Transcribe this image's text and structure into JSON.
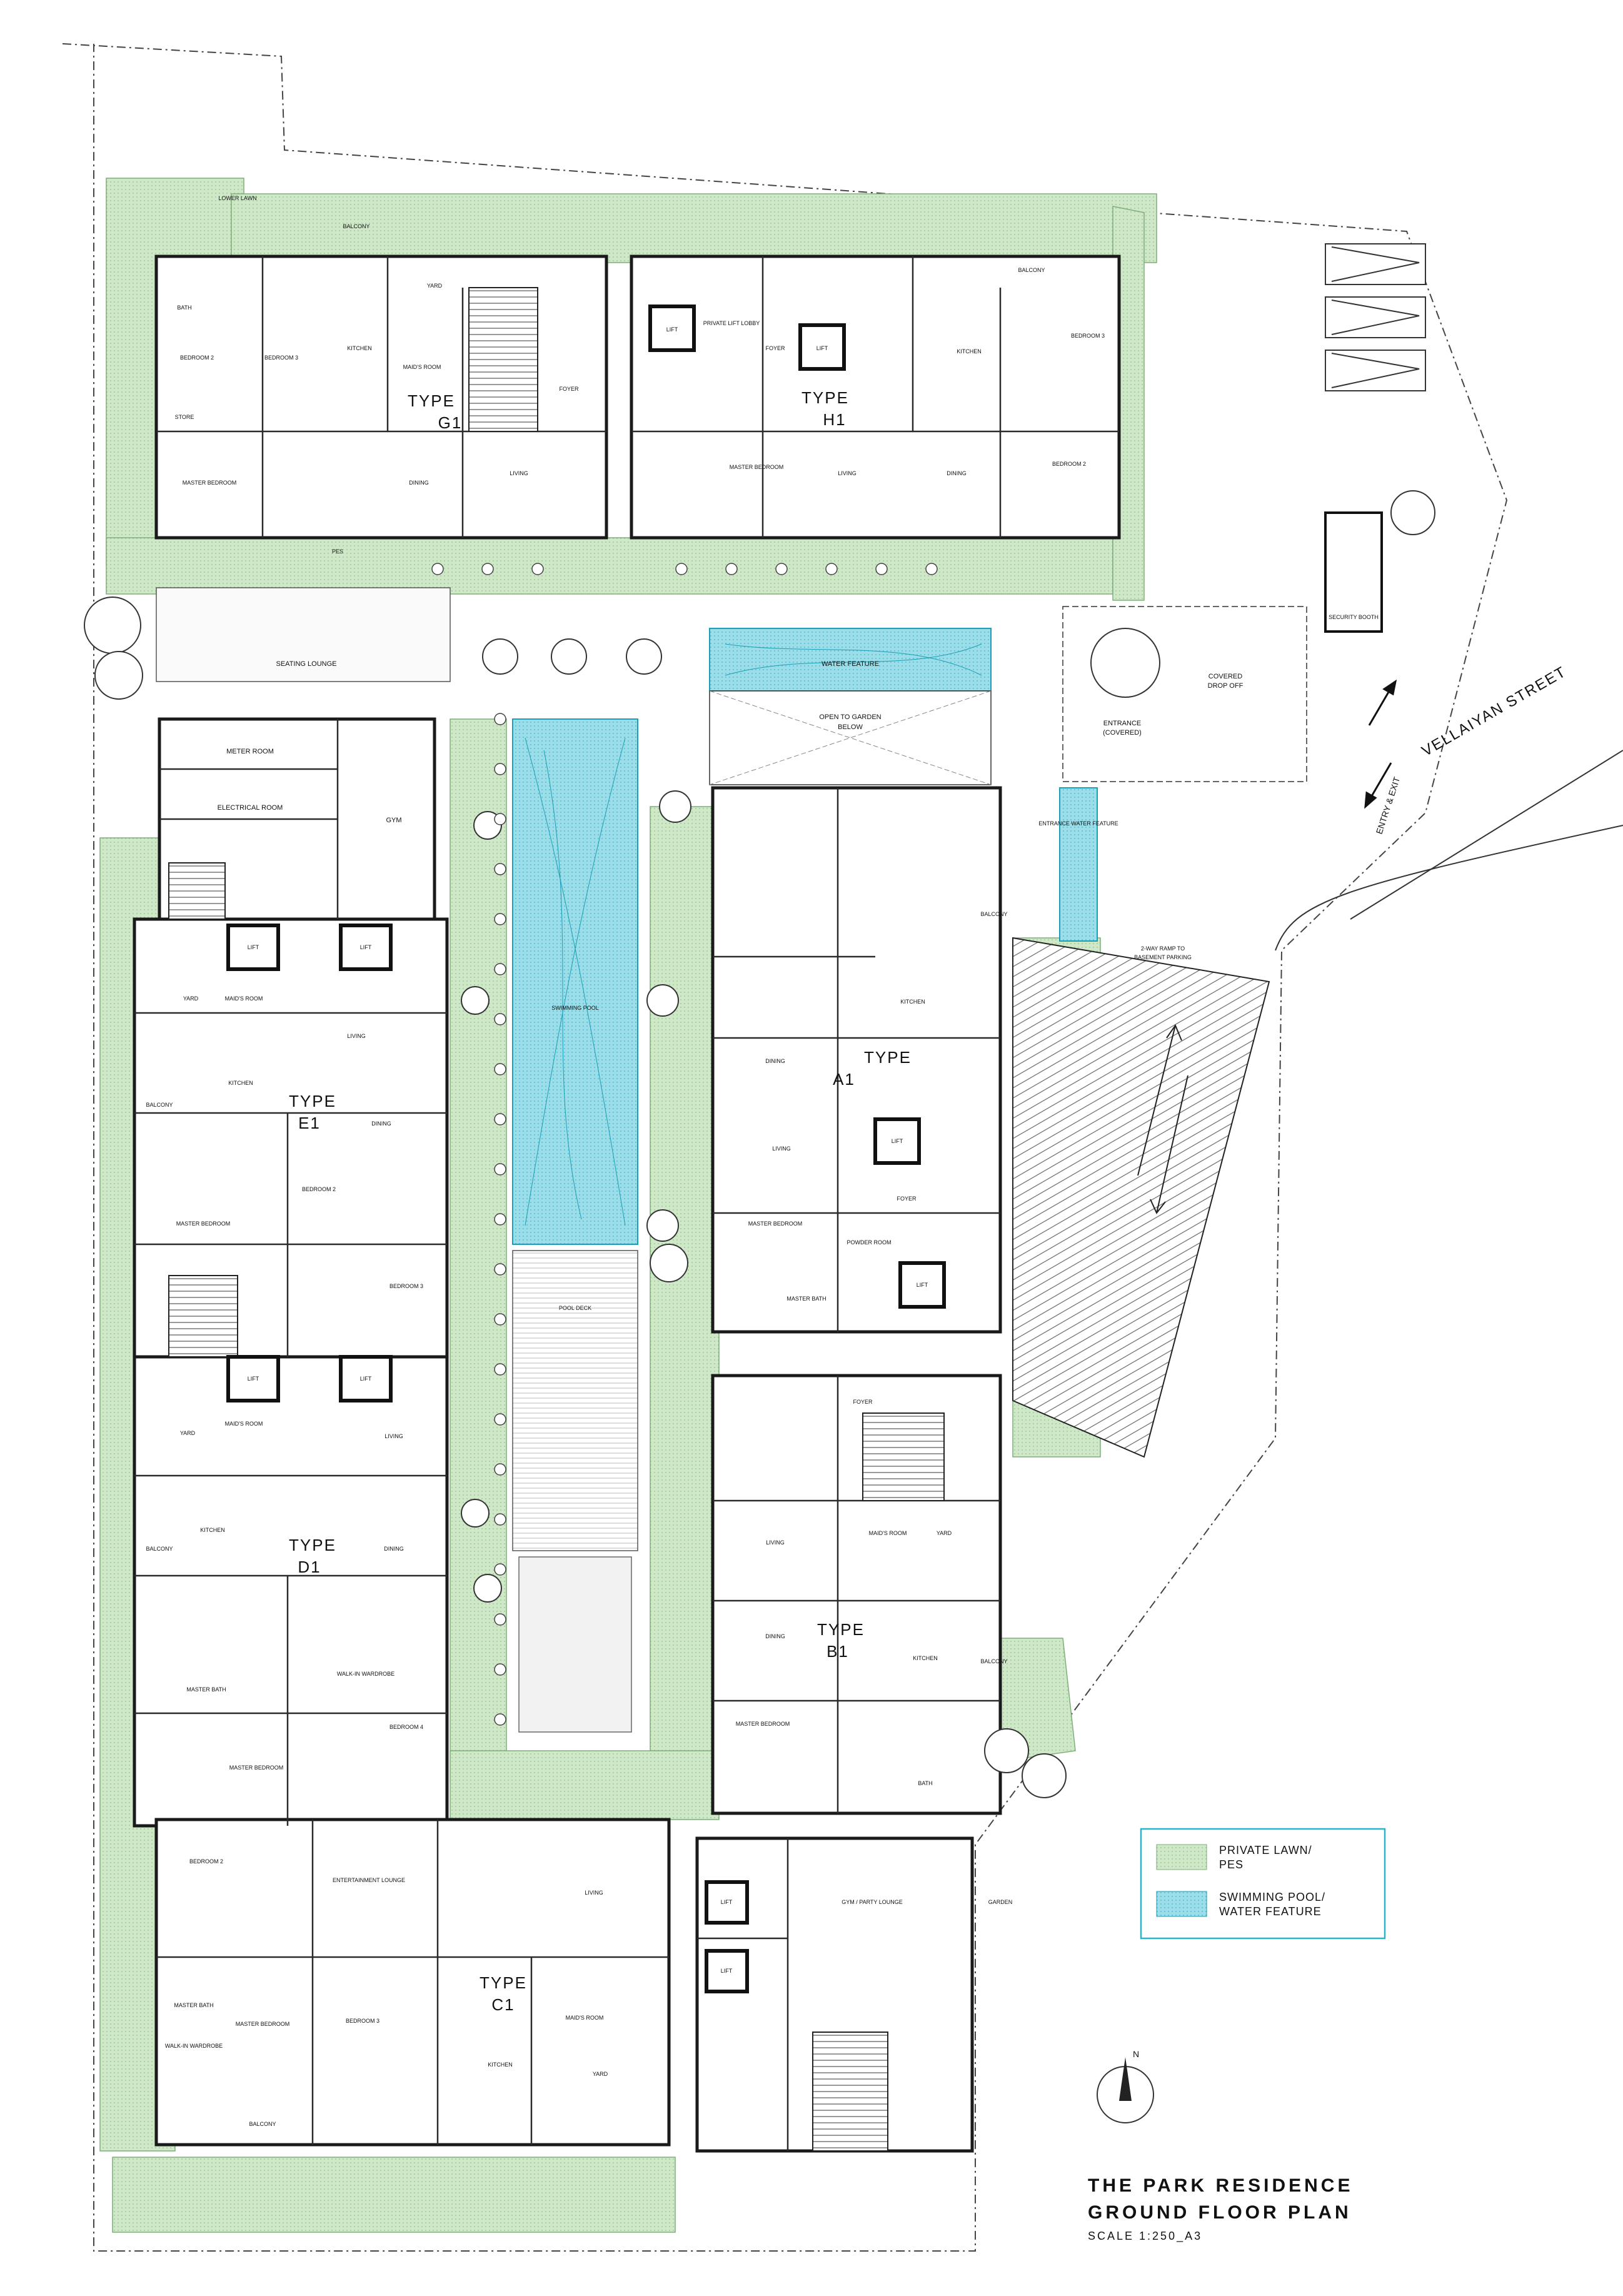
{
  "title_block": {
    "title": "THE PARK RESIDENCE",
    "subtitle": "GROUND FLOOR PLAN",
    "scale": "SCALE 1:250_A3"
  },
  "north": "N",
  "street": {
    "name": "VELLAIYAN STREET",
    "entry": "ENTRY & EXIT"
  },
  "legend": [
    {
      "label_1": "PRIVATE LAWN/",
      "label_2": "PES",
      "color": "#cfe8c8"
    },
    {
      "label_1": "SWIMMING POOL/",
      "label_2": "WATER FEATURE",
      "color": "#8fd8e4"
    }
  ],
  "colors": {
    "lawn": "#cfe8c8",
    "lawn_stroke": "#7fae7a",
    "water": "#8fd8e4",
    "water_stroke": "#1a9fb5",
    "wall": "#1a1a1a",
    "legend_border": "#2bb3c8"
  },
  "units": [
    {
      "type": "TYPE",
      "code": "G1"
    },
    {
      "type": "TYPE",
      "code": "H1"
    },
    {
      "type": "TYPE",
      "code": "A1"
    },
    {
      "type": "TYPE",
      "code": "E1"
    },
    {
      "type": "TYPE",
      "code": "D1"
    },
    {
      "type": "TYPE",
      "code": "B1"
    },
    {
      "type": "TYPE",
      "code": "C1"
    }
  ],
  "areas": {
    "seating_lounge": "SEATING LOUNGE",
    "water_feature": "WATER FEATURE",
    "open_to_garden": "OPEN TO GARDEN",
    "below": "BELOW",
    "covered": "COVERED",
    "drop_off": "DROP OFF",
    "entrance": "ENTRANCE",
    "entrance_covered": "(COVERED)",
    "meter_room": "METER ROOM",
    "electrical_room": "ELECTRICAL ROOM",
    "gym": "GYM",
    "swimming_pool": "SWIMMING POOL",
    "pool_deck": "POOL DECK",
    "entrance_water_feature": "ENTRANCE WATER FEATURE",
    "ramp_1": "2-WAY RAMP TO",
    "ramp_2": "BASEMENT PARKING",
    "gym_party": "GYM / PARTY LOUNGE",
    "garden": "GARDEN",
    "security": "SECURITY BOOTH",
    "lift": "LIFT",
    "private_lift_lobby": "PRIVATE LIFT LOBBY",
    "lower_lawn": "LOWER LAWN",
    "pes": "PES"
  },
  "rooms": {
    "living": "LIVING",
    "dining": "DINING",
    "kitchen": "KITCHEN",
    "foyer": "FOYER",
    "maids_room": "MAID'S ROOM",
    "yard": "YARD",
    "balcony": "BALCONY",
    "master_bedroom": "MASTER BEDROOM",
    "bedroom_2": "BEDROOM 2",
    "bedroom_3": "BEDROOM 3",
    "bedroom_4": "BEDROOM 4",
    "bath": "BATH",
    "master_bath": "MASTER BATH",
    "powder_room": "POWDER ROOM",
    "walk_in_wardrobe": "WALK-IN WARDROBE",
    "store": "STORE",
    "entertainment_lounge": "ENTERTAINMENT LOUNGE"
  }
}
